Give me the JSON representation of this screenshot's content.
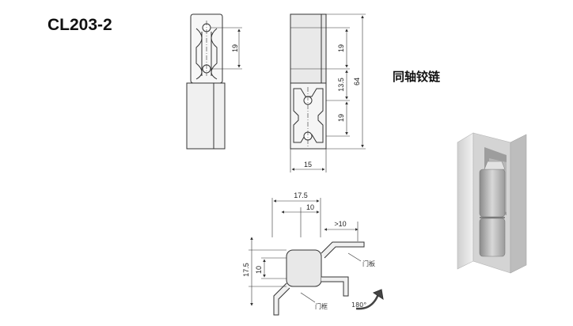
{
  "title": {
    "model": "CL203-2",
    "product_name": "同轴铰链"
  },
  "dimensions": {
    "front_hole_pitch": "19",
    "side_upper_hole_pitch": "19",
    "side_mid_gap": "13.5",
    "side_lower_hole_pitch": "19",
    "side_total_height": "64",
    "side_width": "15",
    "top_overall_width": "17.5",
    "top_inner_width": "10",
    "top_offset": ">10",
    "top_height_outer": "17.5",
    "top_height_inner": "10"
  },
  "labels": {
    "door_panel": "门板",
    "door_frame": "门框",
    "rotation": "180°"
  },
  "colors": {
    "line": "#333333",
    "body_shade": "#e6e6e6",
    "background": "#ffffff"
  }
}
